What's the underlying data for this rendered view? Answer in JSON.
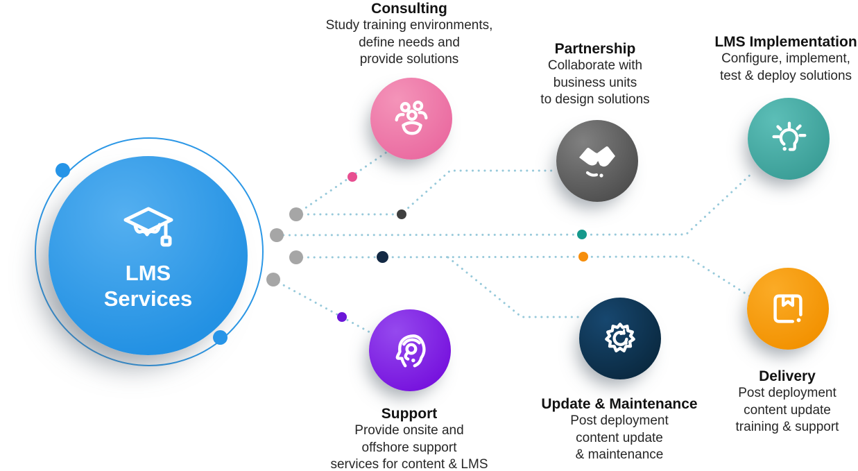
{
  "hub": {
    "title_line1": "LMS",
    "title_line2": "Services",
    "color_light": "#54aff0",
    "color_dark": "#2391e3",
    "ring_color": "#2b97e6",
    "ring_dot_color": "#2694e7"
  },
  "connectors": {
    "line_color": "#97c9da",
    "source_dot_color": "#a6a6a6"
  },
  "nodes": [
    {
      "id": "consulting",
      "title": "Consulting",
      "lines": [
        "Study training environments,",
        "define needs and",
        "provide solutions"
      ],
      "icon": "team-icon",
      "color_light": "#f494b9",
      "color_dark": "#ea6aa0",
      "dot_color": "#e74f90"
    },
    {
      "id": "partnership",
      "title": "Partnership",
      "lines": [
        "Collaborate with",
        "business units",
        "to design solutions"
      ],
      "icon": "handshake-icon",
      "color_light": "#808080",
      "color_dark": "#4e4e4e",
      "dot_color": "#3f3f3f"
    },
    {
      "id": "implementation",
      "title": "LMS Implementation",
      "lines": [
        "Configure, implement,",
        "test & deploy solutions"
      ],
      "icon": "lightbulb-icon",
      "color_light": "#5cbeb7",
      "color_dark": "#3a9d96",
      "dot_color": "#16998c"
    },
    {
      "id": "support",
      "title": "Support",
      "lines": [
        "Provide onsite and",
        "offshore support",
        "services for content & LMS"
      ],
      "icon": "headset-icon",
      "color_light": "#9549ee",
      "color_dark": "#7611dd",
      "dot_color": "#6b16d8"
    },
    {
      "id": "update",
      "title": "Update & Maintenance",
      "lines": [
        "Post deployment",
        "content update",
        "& maintenance"
      ],
      "icon": "gear-sync-icon",
      "color_light": "#17476f",
      "color_dark": "#0a2940",
      "dot_color": "#132944"
    },
    {
      "id": "delivery",
      "title": "Delivery",
      "lines": [
        "Post deployment",
        "content update",
        "training & support"
      ],
      "icon": "package-icon",
      "color_light": "#fbab26",
      "color_dark": "#f29100",
      "dot_color": "#f68e0c"
    }
  ]
}
